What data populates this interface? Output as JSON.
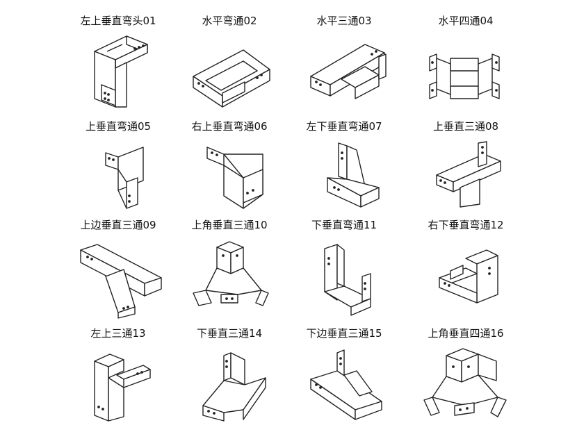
{
  "fittings": [
    {
      "label": "左上垂直弯头01",
      "shape": "up-left-vertical-elbow"
    },
    {
      "label": "水平弯通02",
      "shape": "horizontal-elbow"
    },
    {
      "label": "水平三通03",
      "shape": "horizontal-tee"
    },
    {
      "label": "水平四通04",
      "shape": "horizontal-cross"
    },
    {
      "label": "上垂直弯通05",
      "shape": "up-vertical-elbow"
    },
    {
      "label": "右上垂直弯通06",
      "shape": "up-right-vertical-elbow"
    },
    {
      "label": "左下垂直弯通07",
      "shape": "down-left-vertical-elbow"
    },
    {
      "label": "上垂直三通08",
      "shape": "up-vertical-tee"
    },
    {
      "label": "上边垂直三通09",
      "shape": "up-side-vertical-tee"
    },
    {
      "label": "上角垂直三通10",
      "shape": "up-corner-vertical-tee"
    },
    {
      "label": "下垂直弯通11",
      "shape": "down-vertical-elbow"
    },
    {
      "label": "右下垂直弯通12",
      "shape": "down-right-vertical-elbow"
    },
    {
      "label": "左上三通13",
      "shape": "up-left-tee"
    },
    {
      "label": "下垂直三通14",
      "shape": "down-vertical-tee"
    },
    {
      "label": "下边垂直三通15",
      "shape": "down-side-vertical-tee"
    },
    {
      "label": "上角垂直四通16",
      "shape": "up-corner-vertical-cross"
    }
  ]
}
